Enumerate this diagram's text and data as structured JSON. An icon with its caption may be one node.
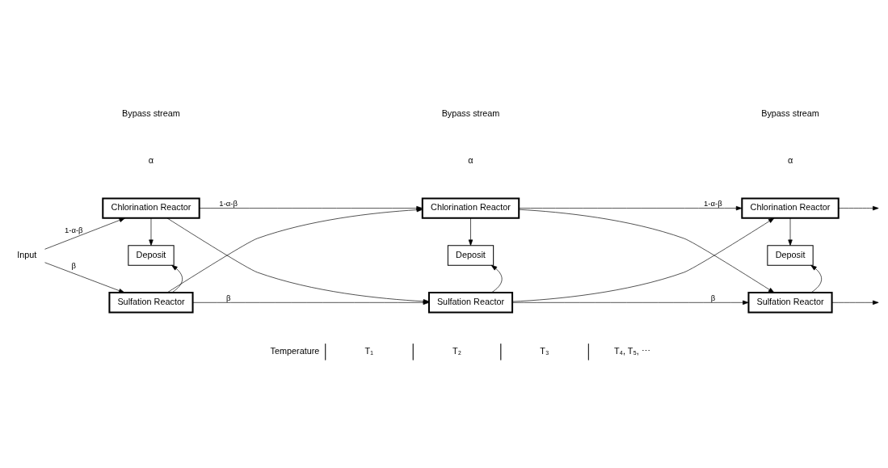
{
  "diagram": {
    "nodes": [
      {
        "text": [
          "Input"
        ]
      },
      {
        "text": [
          "Chlorination Reactor"
        ]
      },
      {
        "text": [
          "Deposit"
        ]
      },
      {
        "text": [
          "Sulfation Reactor"
        ]
      },
      {
        "text": [
          "Chlorination Reactor"
        ]
      },
      {
        "text": [
          "Deposit"
        ]
      },
      {
        "text": [
          "Sulfation Reactor"
        ]
      },
      {
        "text": [
          "Chlorination Reactor"
        ]
      },
      {
        "text": [
          "Deposit"
        ]
      },
      {
        "text": [
          "Sulfation Reactor"
        ]
      }
    ],
    "edges": [
      {
        "from": 0,
        "to": 1,
        "arrow": "to",
        "label": "1-α-β"
      },
      {
        "from": 0,
        "to": 3,
        "arrow": "to",
        "label": "β"
      },
      {
        "from": 1,
        "to": 2,
        "arrow": "to"
      },
      {
        "from": 3,
        "to": 2,
        "arrow": "to"
      },
      {
        "from": 1,
        "to": 4,
        "arrow": "to",
        "label": "1-α-β"
      },
      {
        "from": 1,
        "to": 6,
        "arrow": "to"
      },
      {
        "from": 3,
        "to": 4,
        "arrow": "to"
      },
      {
        "from": 3,
        "to": 6,
        "arrow": "to",
        "label": "β"
      },
      {
        "from": 4,
        "to": 5,
        "arrow": "to"
      },
      {
        "from": 6,
        "to": 5,
        "arrow": "to"
      },
      {
        "from": 4,
        "to": 7,
        "arrow": "to",
        "label": "1-α-β"
      },
      {
        "from": 4,
        "to": 9,
        "arrow": "to"
      },
      {
        "from": 6,
        "to": 7,
        "arrow": "to"
      },
      {
        "from": 6,
        "to": 9,
        "arrow": "to",
        "label": "β"
      },
      {
        "from": 7,
        "to": 8,
        "arrow": "to"
      },
      {
        "from": 9,
        "to": 8,
        "arrow": "to"
      },
      {
        "from": 7,
        "to": null,
        "arrow": "to"
      },
      {
        "from": 9,
        "to": null,
        "arrow": "to"
      }
    ],
    "labels": [
      "Bypass stream",
      "Bypass stream",
      "Bypass stream",
      "α",
      "α",
      "α",
      "Temperature",
      "T₁",
      "T₂",
      "T₃",
      "T₄, T₅, ⋯"
    ]
  }
}
